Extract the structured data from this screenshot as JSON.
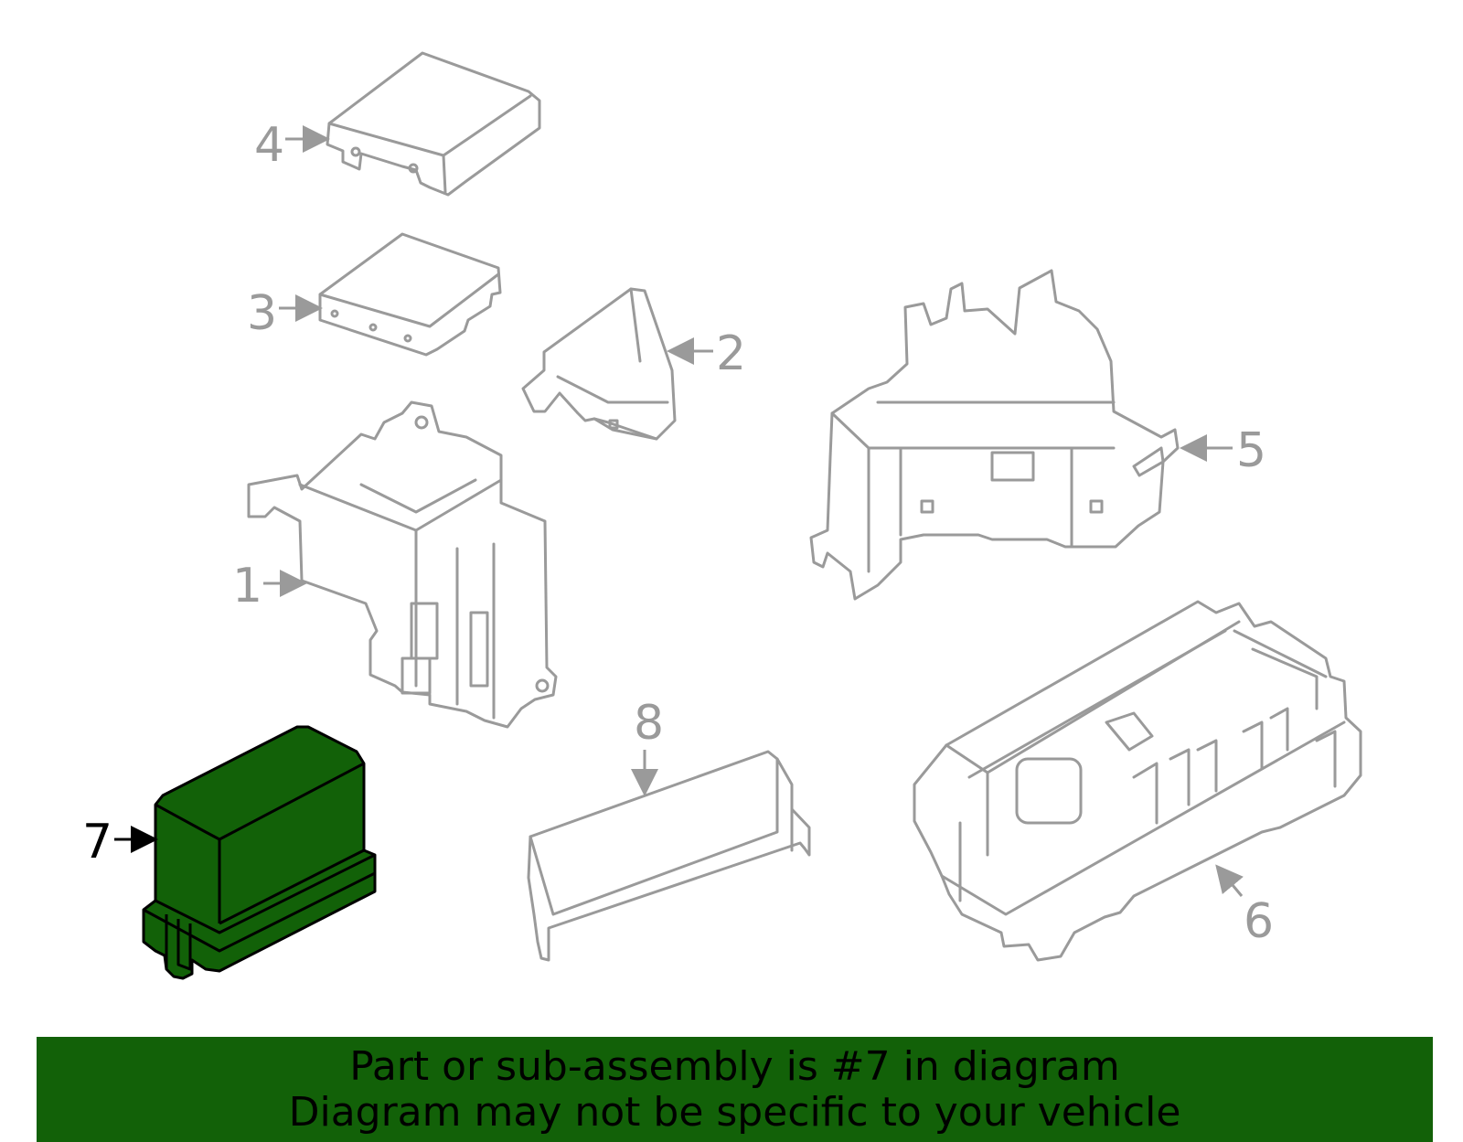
{
  "callouts": {
    "c1": "1",
    "c2": "2",
    "c3": "3",
    "c4": "4",
    "c5": "5",
    "c6": "6",
    "c7": "7",
    "c8": "8"
  },
  "highlighted_part": "7",
  "colors": {
    "highlight": "#126108",
    "outline": "#9a9a9a",
    "banner": "#126108"
  },
  "banner": {
    "line1": "Part or sub-assembly is #7 in diagram",
    "line2": "Diagram may not be specific to your vehicle"
  }
}
